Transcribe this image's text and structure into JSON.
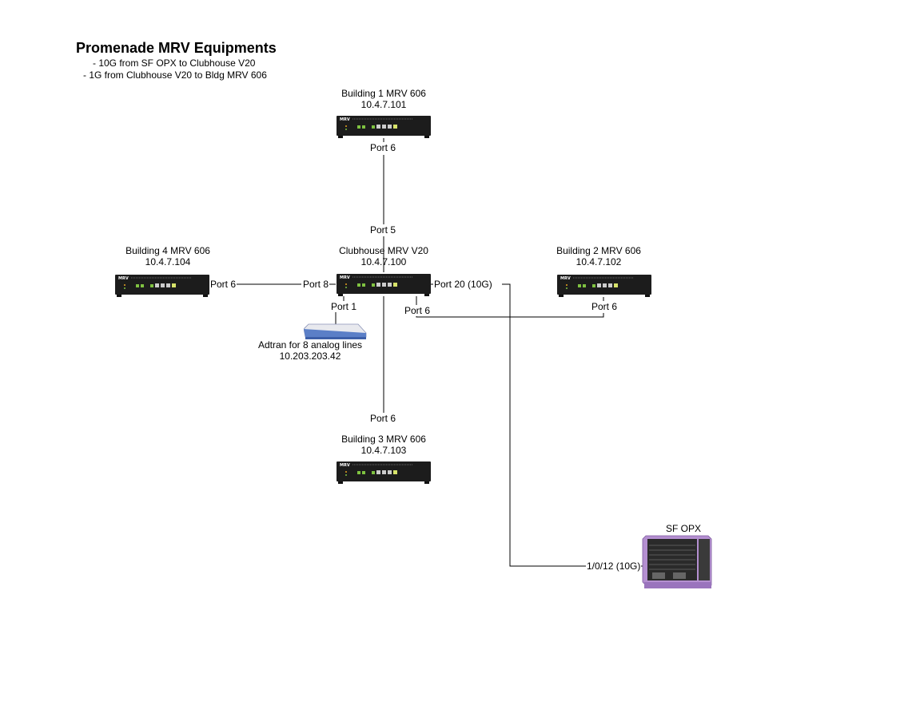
{
  "title": "Promenade MRV Equipments",
  "notes": [
    "- 10G from SF OPX to Clubhouse V20",
    "- 1G from Clubhouse V20 to Bldg MRV 606"
  ],
  "devices": {
    "building1": {
      "name": "Building 1 MRV 606",
      "ip": "10.4.7.101",
      "icon": "mrv-switch-icon"
    },
    "clubhouse": {
      "name": "Clubhouse MRV V20",
      "ip": "10.4.7.100",
      "icon": "mrv-switch-icon"
    },
    "building4": {
      "name": "Building 4 MRV 606",
      "ip": "10.4.7.104",
      "icon": "mrv-switch-icon"
    },
    "building2": {
      "name": "Building 2 MRV 606",
      "ip": "10.4.7.102",
      "icon": "mrv-switch-icon"
    },
    "building3": {
      "name": "Building 3 MRV 606",
      "ip": "10.4.7.103",
      "icon": "mrv-switch-icon"
    },
    "adtran": {
      "name": "Adtran for 8 analog lines",
      "ip": "10.203.203.42",
      "icon": "adtran-icon"
    },
    "sfopx": {
      "name": "SF OPX",
      "icon": "chassis-router-icon"
    }
  },
  "ports": {
    "b1_port": "Port 6",
    "ch_port5": "Port 5",
    "ch_port8": "Port 8",
    "b4_port": "Port 6",
    "ch_port1": "Port 1",
    "ch_port6": "Port 6",
    "b2_port": "Port 6",
    "ch_port20": "Port 20 (10G)",
    "b3_port": "Port 6",
    "opx_port": "1/0/12 (10G)"
  },
  "colors": {
    "device_body": "#1c1c1c",
    "link_led": "#7fc241",
    "adtran_blue": "#5b7fc7",
    "chassis_purple": "#b48fd0"
  }
}
